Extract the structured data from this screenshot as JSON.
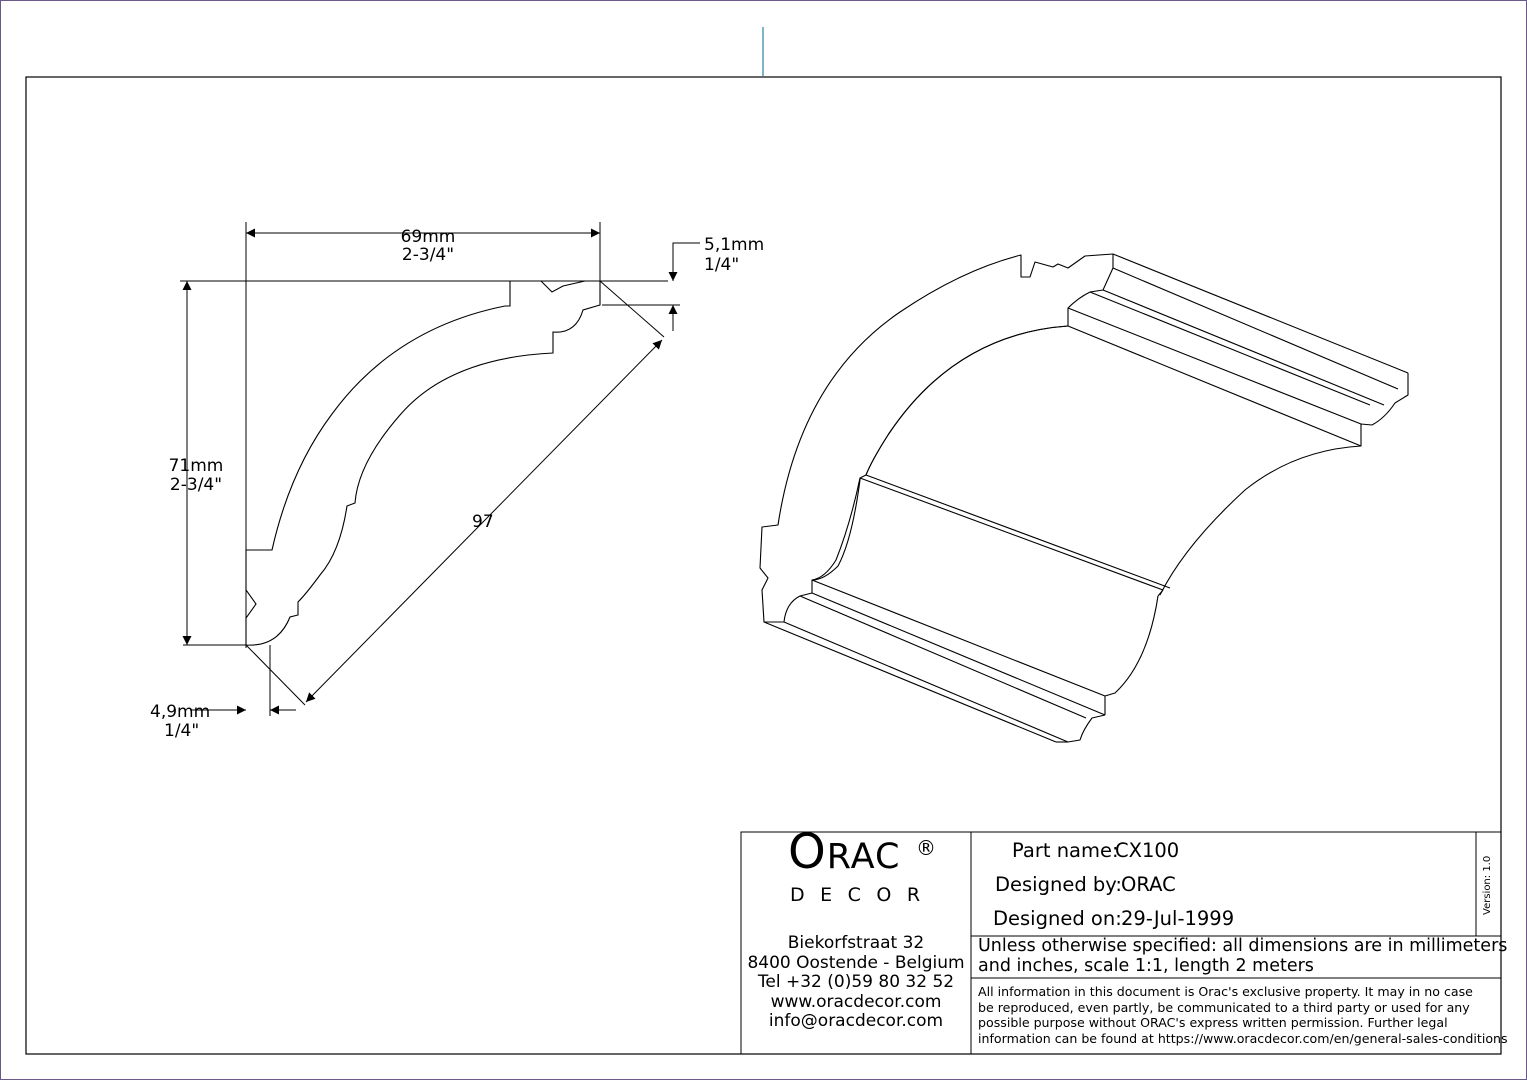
{
  "dimensions": {
    "width": {
      "mm": "69mm",
      "inch": "2-3/4\""
    },
    "height": {
      "mm": "71mm",
      "inch": "2-3/4\""
    },
    "top_return": {
      "mm": "5,1mm",
      "inch": "1/4\""
    },
    "bottom_return": {
      "mm": "4,9mm",
      "inch": "1/4\""
    },
    "diagonal": "97"
  },
  "title_block": {
    "logo": {
      "word_main": "ORAC",
      "word_sub": "DECOR",
      "registered": "®"
    },
    "address": {
      "street": "Biekorfstraat 32",
      "city": "8400 Oostende - Belgium",
      "tel": "Tel  +32 (0)59 80 32 52",
      "web": "www.oracdecor.com",
      "email": "info@oracdecor.com"
    },
    "part_name_label": "Part name:",
    "part_name": "CX100",
    "designed_by_label": "Designed by:",
    "designed_by": "ORAC",
    "designed_on_label": "Designed on:",
    "designed_on": "29-Jul-1999",
    "spec_note": [
      "Unless otherwise specified: all dimensions are in millimeters",
      "and inches, scale 1:1, length 2 meters"
    ],
    "legal_note": [
      "All information in this document is Orac's exclusive property.  It may in no case",
      "be reproduced, even partly, be communicated to a third party or used for any",
      "possible purpose without ORAC's express written permission. Further legal",
      "information can be found at https://www.oracdecor.com/en/general-sales-conditions"
    ],
    "version": "Version: 1.0"
  }
}
